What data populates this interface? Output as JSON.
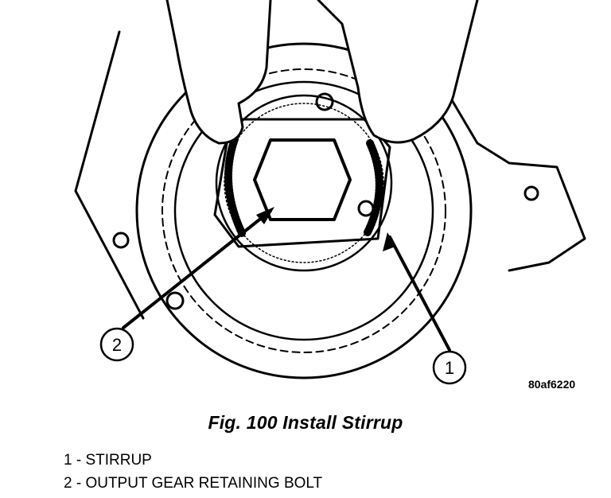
{
  "figure_code": "80af6220",
  "caption": "Fig. 100 Install Stirrup",
  "callouts": [
    {
      "number": "1",
      "label": "1 - STIRRUP"
    },
    {
      "number": "2",
      "label": "2 - OUTPUT GEAR RETAINING BOLT"
    }
  ]
}
